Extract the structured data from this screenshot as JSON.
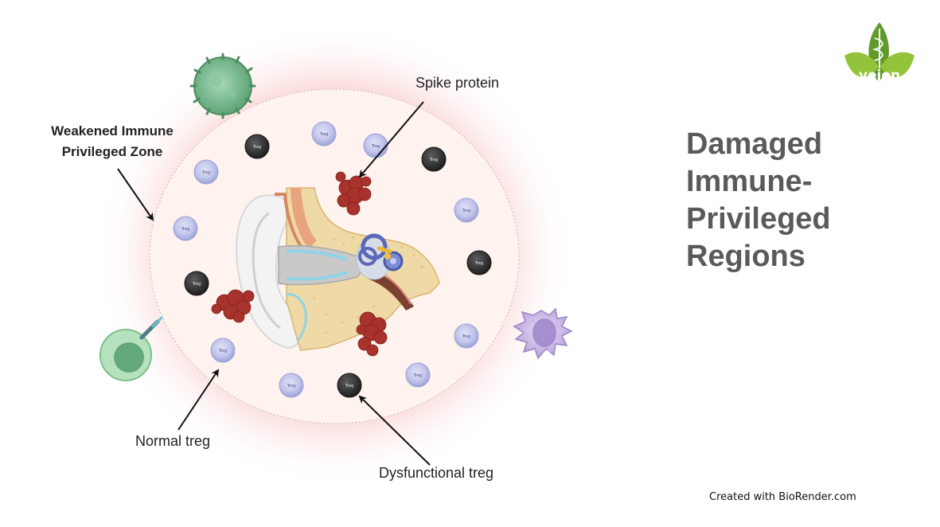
{
  "title_lines": [
    "Damaged",
    "Immune-",
    "Privileged",
    "Regions"
  ],
  "labels": {
    "zone_line1": "Weakened Immune",
    "zone_line2": "Privileged Zone",
    "spike": "Spike protein",
    "normal_treg": "Normal treg",
    "dysfunctional_treg": "Dysfunctional treg"
  },
  "cell_label": "Treg",
  "credit": "Created with BioRender.com",
  "logo": {
    "text": "vejon"
  },
  "colors": {
    "normal_treg": "#b9bde6",
    "dysfunctional_treg": "#3a3a3a",
    "spike": "#a8332c",
    "glow": "#f9c9c9",
    "title": "#5a5a5a",
    "logo_leaf_dark": "#6ea230",
    "logo_leaf_light": "#9ac53c"
  }
}
